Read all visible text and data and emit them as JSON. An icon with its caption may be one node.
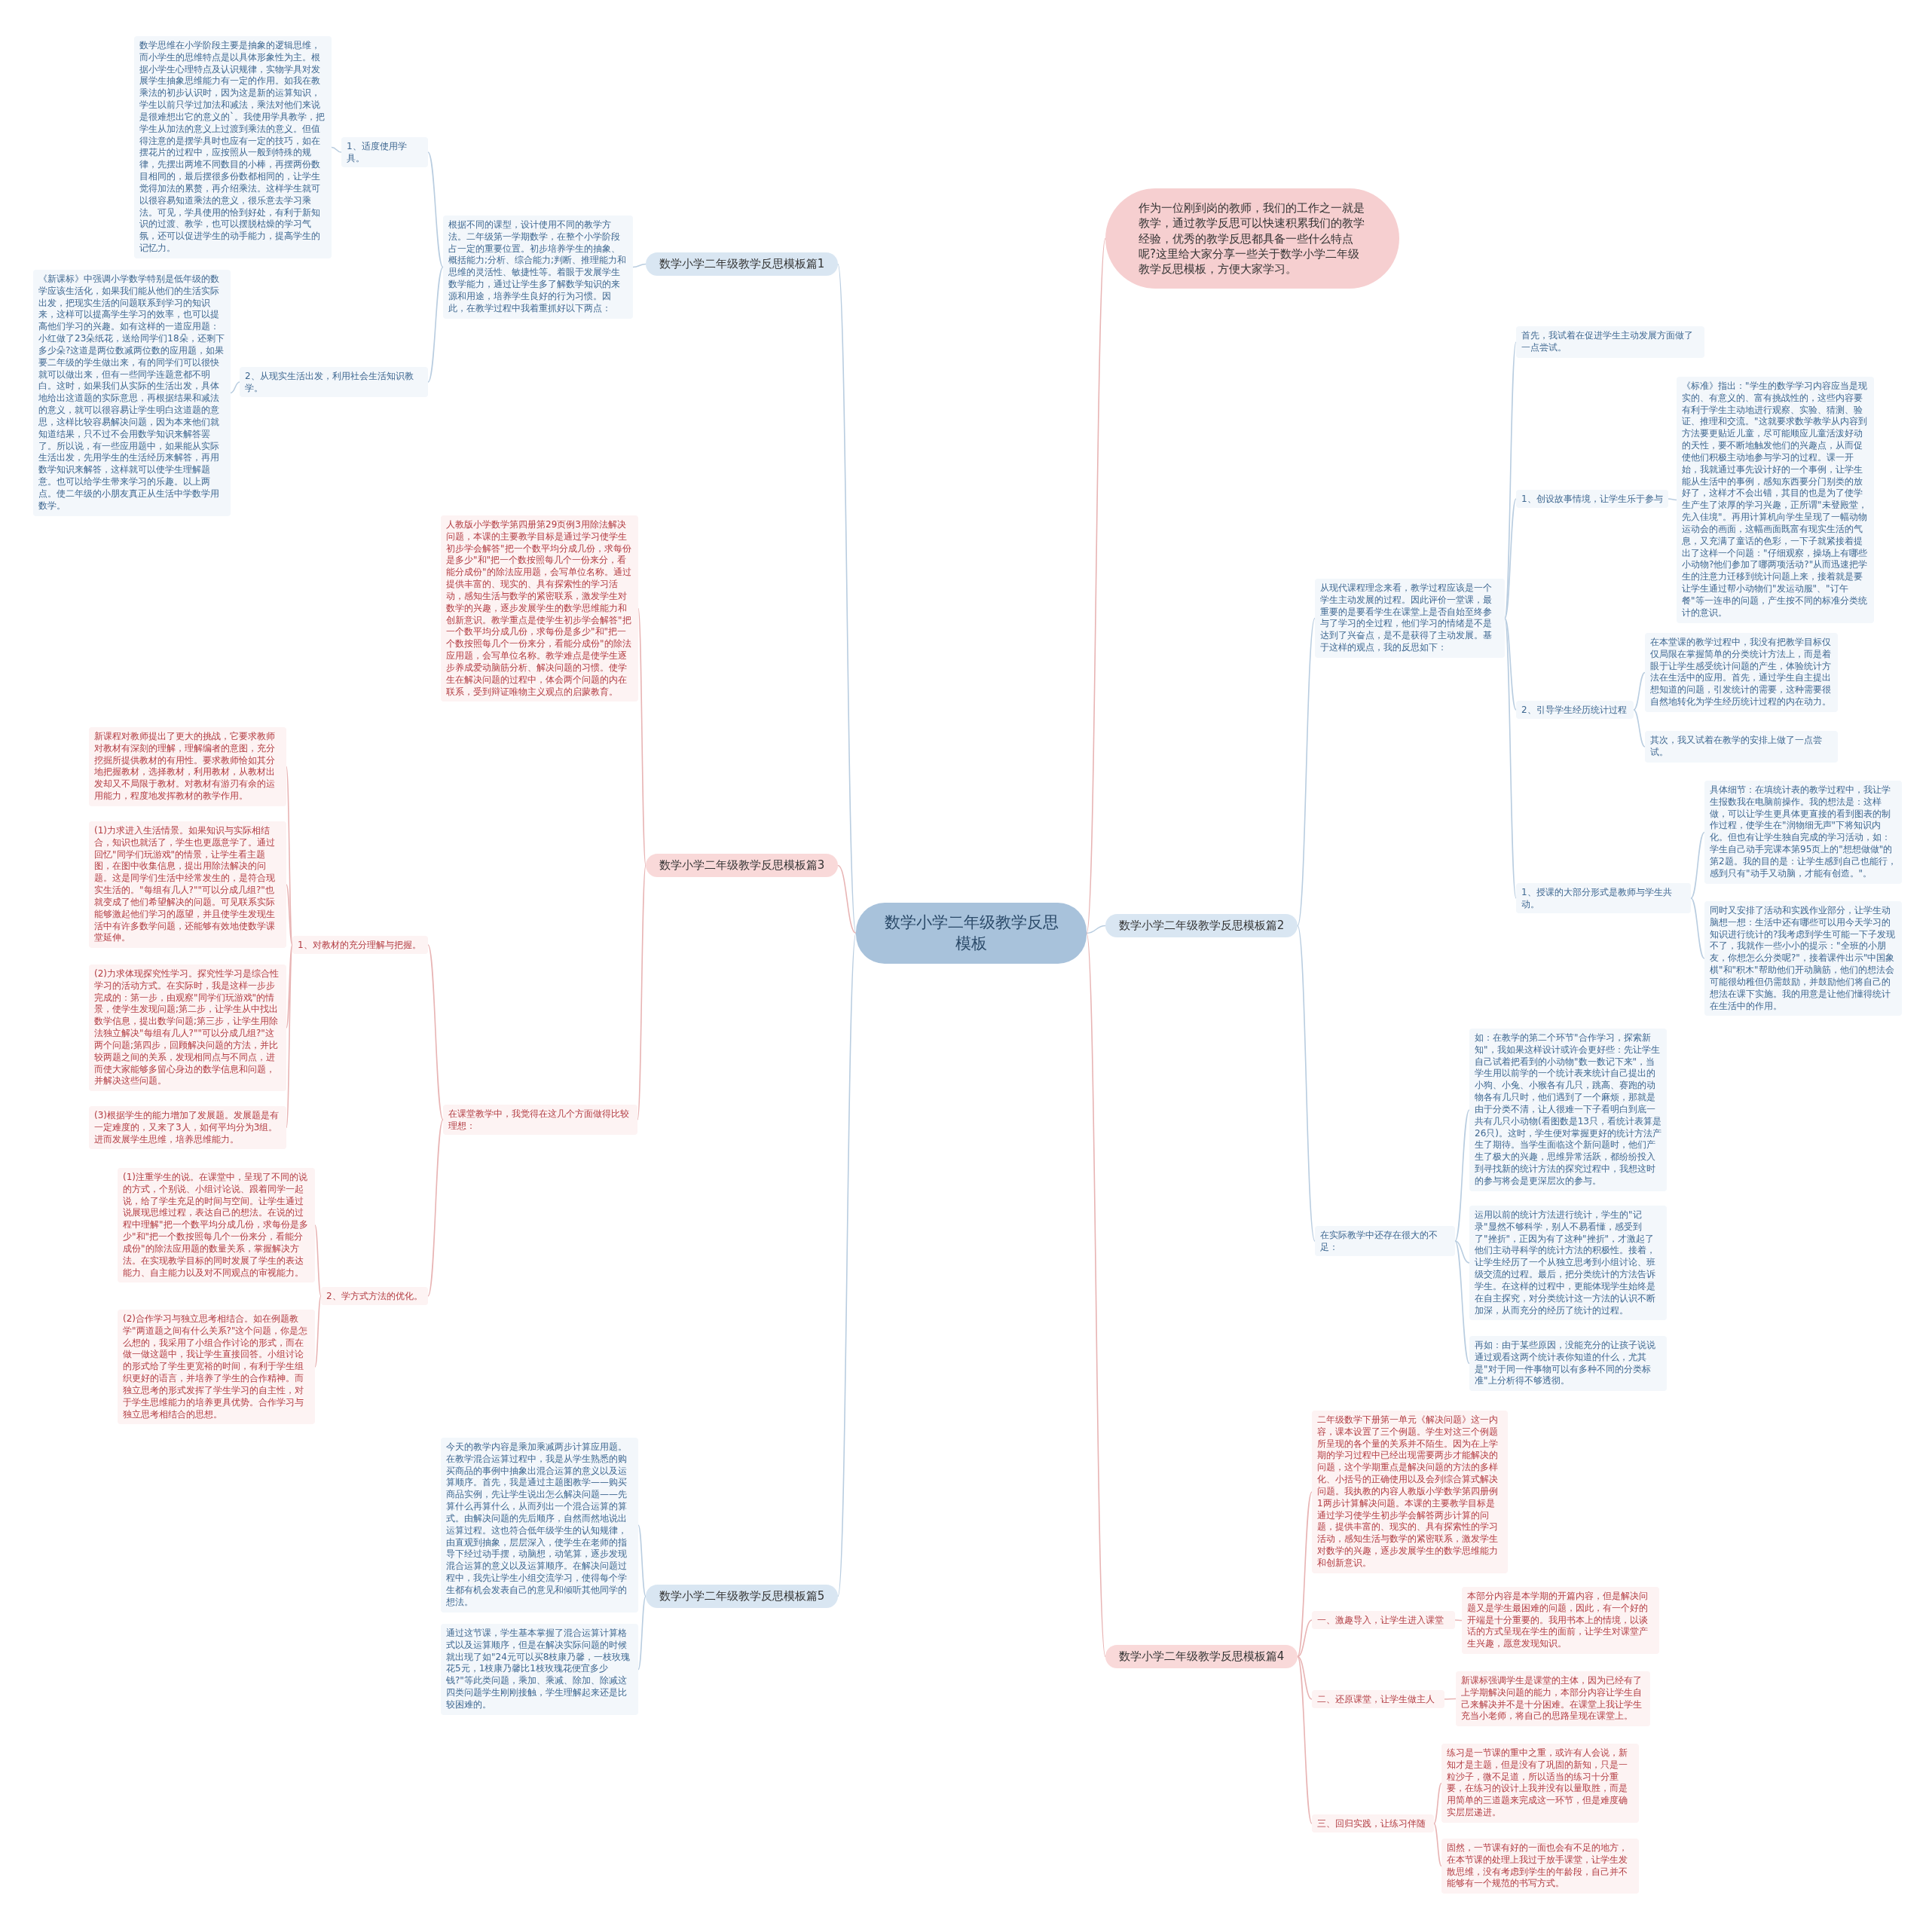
{
  "diagram": {
    "nodes": [
      {
        "text": [
          "数学小学二年级教学反思模板"
        ]
      },
      {
        "text": [
          "作为一位刚到岗的教师，我们的工作之一就是教学，通过教学反思可以快速积累我们的教学经验，优秀的教学反思都具备一些什么特点呢?这里给大家分享一些关于数学小学二年级教学反思模板，方便大家学习。"
        ]
      },
      {
        "text": [
          "数学小学二年级教学反思模板篇1"
        ]
      },
      {
        "text": [
          "根据不同的课型，设计使用不同的教学方法。二年级第一学期数学，在整个小学阶段占一定的重要位置。初步培养学生的抽象、概括能力;分析、综合能力;判断、推理能力和思维的灵活性、敏捷性等。着眼于发展学生数学能力，通过让学生多了解数学知识的来源和用途，培养学生良好的行为习惯。因此，在教学过程中我着重抓好以下两点："
        ]
      },
      {
        "text": [
          "1、适度使用学具。"
        ]
      },
      {
        "text": [
          "数学思维在小学阶段主要是抽象的逻辑思维，而小学生的思维特点是以具体形象性为主。根据小学生心理特点及认识规律，实物学具对发展学生抽象思维能力有一定的作用。如我在教乘法的初步认识时，因为这是新的运算知识，学生以前只学过加法和减法，乘法对他们来说是很难想出它的意义的`。我使用学具教学，把学生从加法的意义上过渡到乘法的意义。但值得注意的是摆学具时也应有一定的技巧，如在摆花片的过程中，应按照从一般到特殊的规律，先摆出两堆不同数目的小棒，再摆两份数目相同的，最后摆很多份数都相同的，让学生觉得加法的累赘，再介绍乘法。这样学生就可以很容易知道乘法的意义，很乐意去学习乘法。可见，学具使用的恰到好处，有利于新知识的过渡、教学，也可以摆脱枯燥的学习气氛，还可以促进学生的动手能力，提高学生的记忆力。"
        ]
      },
      {
        "text": [
          "2、从现实生活出发，利用社会生活知识教学。"
        ]
      },
      {
        "text": [
          "《新课标》中强调小学数学特别是低年级的数学应该生活化，如果我们能从他们的生活实际出发，把现实生活的问题联系到学习的知识来，这样可以提高学生学习的效率，也可以提高他们学习的兴趣。如有这样的一道应用题：小红做了23朵纸花，送给同学们18朵，还剩下多少朵?这道是两位数减两位数的应用题，如果要二年级的学生做出来，有的同学们可以很快就可以做出来，但有一些同学连题意都不明白。这时，如果我们从实际的生活出发，具体地给出这道题的实际意思，再根据结果和减法的意义，就可以很容易让学生明白这道题的意思，这样比较容易解决问题，因为本来他们就知道结果，只不过不会用数学知识来解答罢了。所以说，有一些应用题中，如果能从实际生活出发，先用学生的生活经历来解答，再用数学知识来解答，这样就可以使学生理解题意。也可以给学生带来学习的乐趣。以上两点。使二年级的小朋友真正从生活中学数学用数学。"
        ]
      },
      {
        "text": [
          "数学小学二年级教学反思模板篇3"
        ]
      },
      {
        "text": [
          "人教版小学数学第四册第29页例3用除法解决问题，本课的主要教学目标是通过学习使学生初步学会解答\"把一个数平均分成几份，求每份是多少\"和\"把一个数按照每几个一份来分，看能分成份\"的除法应用题，会写单位名称。通过提供丰富的、现实的、具有探索性的学习活动，感知生活与数学的紧密联系，激发学生对数学的兴趣，逐步发展学生的数学思维能力和创新意识。教学重点是使学生初步学会解答\"把一个数平均分成几份，求每份是多少\"和\"把一个数按照每几个一份来分，看能分成份\"的除法应用题，会写单位名称。教学难点是使学生逐步养成爱动脑筋分析、解决问题的习惯。使学生在解决问题的过程中，体会两个问题的内在联系，受到辩证唯物主义观点的启蒙教育。"
        ]
      },
      {
        "text": [
          "在课堂教学中，我觉得在这几个方面做得比较理想："
        ]
      },
      {
        "text": [
          "1、对教材的充分理解与把握。"
        ]
      },
      {
        "text": [
          "新课程对教师提出了更大的挑战，它要求教师对教材有深刻的理解，理解编者的意图，充分挖掘所提供教材的有用性。要求教师恰如其分地把握教材，选择教材，利用教材，从教材出发却又不局限于教材。对教材有游刃有余的运用能力，程度地发挥教材的教学作用。"
        ]
      },
      {
        "text": [
          "(1)力求进入生活情景。如果知识与实际相结合，知识也就活了，学生也更愿意学了。通过回忆\"同学们玩游戏\"的情景，让学生看主题图，在图中收集信息，提出用除法解决的问题。这是同学们生活中经常发生的，是符合现实生活的。\"每组有几人?\"\"可以分成几组?\"也就变成了他们希望解决的问题。可见联系实际能够激起他们学习的愿望，并且使学生发现生活中有许多数学问题，还能够有效地使数学课堂延伸。"
        ]
      },
      {
        "text": [
          "(2)力求体现探究性学习。探究性学习是综合性学习的活动方式。在实际时，我是这样一步步完成的：第一步，由观察\"同学们玩游戏\"的情景，使学生发现问题;第二步，让学生从中找出数学信息，提出数学问题;第三步，让学生用除法独立解决\"每组有几人?\"\"可以分成几组?\"这两个问题;第四步，回顾解决问题的方法，并比较两题之间的关系，发现相同点与不同点，进而使大家能够多留心身边的数学信息和问题，并解决这些问题。"
        ]
      },
      {
        "text": [
          "(3)根据学生的能力增加了发展题。发展题是有一定难度的，又来了3人，如何平均分为3组。进而发展学生思维，培养思维能力。"
        ]
      },
      {
        "text": [
          "2、学方式方法的优化。"
        ]
      },
      {
        "text": [
          "(1)注重学生的说。在课堂中，呈现了不同的说的方式，个别说、小组讨论说、跟着同学一起说，给了学生充足的时间与空间。让学生通过说展现思维过程，表达自己的想法。在说的过程中理解\"把一个数平均分成几份，求每份是多少\"和\"把一个数按照每几个一份来分，看能分成份\"的除法应用题的数量关系，掌握解决方法。在实现教学目标的同时发展了学生的表达能力、自主能力以及对不同观点的审视能力。"
        ]
      },
      {
        "text": [
          "(2)合作学习与独立思考相结合。如在例题教学\"两道题之间有什么关系?\"这个问题，你是怎么想的，我采用了小组合作讨论的形式，而在做一做这题中，我让学生直接回答。小组讨论的形式给了学生更宽裕的时间，有利于学生组织更好的语言，并培养了学生的合作精神。而独立思考的形式发挥了学生学习的自主性，对于学生思维能力的培养更具优势。合作学习与独立思考相结合的思想。"
        ]
      },
      {
        "text": [
          "数学小学二年级教学反思模板篇5"
        ]
      },
      {
        "text": [
          "今天的教学内容是乘加乘减两步计算应用题。在教学混合运算过程中，我是从学生熟悉的购买商品的事例中抽象出混合运算的意义以及运算顺序。首先，我是通过主题图教学——购买商品实例，先让学生说出怎么解决问题——先算什么再算什么，从而列出一个混合运算的算式。由解决问题的先后顺序，自然而然地说出运算过程。这也符合低年级学生的认知规律，由直观到抽象，层层深入，使学生在老师的指导下经过动手摆，动脑想，动笔算，逐步发现混合运算的意义以及运算顺序。在解决问题过程中，我先让学生小组交流学习，使得每个学生都有机会发表自己的意见和倾听其他同学的想法。"
        ]
      },
      {
        "text": [
          "通过这节课，学生基本掌握了混合运算计算格式以及运算顺序，但是在解决实际问题的时候就出现了如\"24元可以买8枝康乃馨，一枝玫瑰花5元，1枝康乃馨比1枝玫瑰花便宜多少钱?\"等此类问题，乘加、乘减、除加、除减这四类问题学生刚刚接触，学生理解起来还是比较困难的。"
        ]
      },
      {
        "text": [
          "数学小学二年级教学反思模板篇2"
        ]
      },
      {
        "text": [
          "从现代课程理念来看，教学过程应该是一个学生主动发展的过程。因此评价一堂课，最重要的是要看学生在课堂上是否自始至终参与了学习的全过程，他们学习的情绪是不是达到了兴奋点，是不是获得了主动发展。基于这样的观点，我的反思如下："
        ]
      },
      {
        "text": [
          "首先，我试着在促进学生主动发展方面做了一点尝试。"
        ]
      },
      {
        "text": [
          "1、创设故事情境，让学生乐于参与"
        ]
      },
      {
        "text": [
          "《标准》指出：\"学生的数学学习内容应当是现实的、有意义的、富有挑战性的，这些内容要有利于学生主动地进行观察、实验、猜测、验证、推理和交流。\"这就要求数学教学从内容到方法要更贴近儿童，尽可能顺应儿童活泼好动的天性，要不断地触发他们的兴趣点，从而促使他们积极主动地参与学习的过程。课一开始，我就通过事先设计好的一个事例，让学生能从生活中的事例，感知东西要分门别类的放好了，这样才不会出错，其目的也是为了使学生产生了浓厚的学习兴趣，正所谓\"未登殿堂，先入佳境\"。再用计算机向学生呈现了一幅动物运动会的画面，这幅画面既富有现实生活的气息，又充满了童话的色彩，一下子就紧接着提出了这样一个问题：\"仔细观察，操场上有哪些小动物?他们参加了哪两项活动?\"从而迅速把学生的注意力迁移到统计问题上来，接着就是要让学生通过帮小动物们\"发运动服\"、\"订午餐\"等一连串的问题，产生按不同的标准分类统计的意识。"
        ]
      },
      {
        "text": [
          "2、引导学生经历统计过程"
        ]
      },
      {
        "text": [
          "在本堂课的教学过程中，我没有把教学目标仅仅局限在掌握简单的分类统计方法上，而是着眼于让学生感受统计问题的产生，体验统计方法在生活中的应用。首先，通过学生自主提出想知道的问题，引发统计的需要，这种需要很自然地转化为学生经历统计过程的内在动力。"
        ]
      },
      {
        "text": [
          "其次，我又试着在教学的安排上做了一点尝试。"
        ]
      },
      {
        "text": [
          "在实际教学中还存在很大的不足："
        ]
      },
      {
        "text": [
          "1、授课的大部分形式是教师与学生共动。"
        ]
      },
      {
        "text": [
          "具体细节：在填统计表的教学过程中，我让学生报数我在电脑前操作。我的想法是：这样做，可以让学生更具体更直接的看到图表的制作过程，使学生在\"润物细无声\"下将知识内化。但也有让学生独自完成的学习活动，如：学生自己动手完课本第95页上的\"想想做做\"的第2题。我的目的是：让学生感到自己也能行，感到只有\"动手又动脑，才能有创造。\"。"
        ]
      },
      {
        "text": [
          "同时又安排了活动和实践作业部分，让学生动脑想一想：生活中还有哪些可以用今天学习的知识进行统计的?我考虑到学生可能一下子发现不了，我就作一些小小的提示：\"全班的小朋友，你想怎么分类呢?\"，接着课件出示\"中国象棋\"和\"积木\"帮助他们开动脑筋，他们的想法会可能很幼稚但仍需鼓励，并鼓励他们将自己的想法在课下实施。我的用意是让他们懂得统计在生活中的作用。"
        ]
      },
      {
        "text": [
          "如：在教学的第二个环节\"合作学习，探索新知\"，我如果这样设计或许会更好些：先让学生自己试着把看到的小动物\"数一数记下来\"，当学生用以前学的一个统计表来统计自己提出的小狗、小兔、小猴各有几只，跳高、赛跑的动物各有几只时，他们遇到了一个麻烦，那就是由于分类不清，让人很难一下子看明白到底一共有几只小动物(看图数是13只，看统计表算是26只)。这时，学生便对掌握更好的统计方法产生了期待。当学生面临这个新问题时，他们产生了极大的兴趣，思维异常活跃，都纷纷投入到寻找新的统计方法的探究过程中，我想这时的参与将会是更深层次的参与。"
        ]
      },
      {
        "text": [
          "运用以前的统计方法进行统计，学生的\"记录\"显然不够科学，别人不易看懂，感受到了\"挫折\"，正因为有了这种\"挫折\"，才激起了他们主动寻科学的统计方法的积极性。接着，让学生经历了一个从独立思考到小组讨论、班级交流的过程。最后，把分类统计的方法告诉学生。在这样的过程中，更能体现学生始终是在自主探究，对分类统计这一方法的认识不断加深，从而充分的经历了统计的过程。"
        ]
      },
      {
        "text": [
          "再如：由于某些原因，没能充分的让孩子说说通过观看这两个统计表你知道的什么，尤其是\"对于同一件事物可以有多种不同的分类标准\"上分析得不够透彻。"
        ]
      },
      {
        "text": [
          "数学小学二年级教学反思模板篇4"
        ]
      },
      {
        "text": [
          "二年级数学下册第一单元《解决问题》这一内容，课本设置了三个例题。学生对这三个例题所呈现的各个量的关系并不陌生。因为在上学期的学习过程中已经出现需要两步才能解决的问题，这个学期重点是解决问题的方法的多样化、小括号的正确使用以及会列综合算式解决问题。我执教的内容人教版小学数学第四册例1两步计算解决问题。本课的主要教学目标是通过学习使学生初步学会解答两步计算的问题，提供丰富的、现实的、具有探索性的学习活动，感知生活与数学的紧密联系，激发学生对数学的兴趣，逐步发展学生的数学思维能力和创新意识。"
        ]
      },
      {
        "text": [
          "一、激趣导入，让学生进入课堂"
        ]
      },
      {
        "text": [
          "本部分内容是本学期的开篇内容，但是解决问题又是学生最困难的问题，因此，有一个好的开端是十分重要的。我用书本上的情境，以谈话的方式呈现在学生的面前，让学生对课堂产生兴趣，愿意发现知识。"
        ]
      },
      {
        "text": [
          "二、还原课堂，让学生做主人"
        ]
      },
      {
        "text": [
          "新课标强调学生是课堂的主体，因为已经有了上学期解决问题的能力，本部分内容让学生自己来解决并不是十分困难。在课堂上我让学生充当小老师，将自己的思路呈现在课堂上。"
        ]
      },
      {
        "text": [
          "三、回归实践，让练习伴随"
        ]
      },
      {
        "text": [
          "练习是一节课的重中之重，或许有人会说，新知才是主题，但是没有了巩固的新知，只是一粒沙子，微不足道，所以适当的练习十分重要，在练习的设计上我并没有以量取胜，而是用简单的三道题来完成这一环节，但是难度确实层层递进。"
        ]
      },
      {
        "text": [
          "固然，一节课有好的一面也会有不足的地方，在本节课的处理上我过于放手课堂，让学生发散思维，没有考虑到学生的年龄段，自己并不能够有一个规范的书写方式。"
        ]
      }
    ],
    "edges": [
      {
        "from": 0,
        "to": 1,
        "arrow": "none",
        "color": "#e8b4b4"
      },
      {
        "from": 0,
        "to": 2,
        "arrow": "none"
      },
      {
        "from": 2,
        "to": 3,
        "arrow": "none"
      },
      {
        "from": 3,
        "to": 4,
        "arrow": "none"
      },
      {
        "from": 4,
        "to": 5,
        "arrow": "none"
      },
      {
        "from": 3,
        "to": 6,
        "arrow": "none"
      },
      {
        "from": 6,
        "to": 7,
        "arrow": "none"
      },
      {
        "from": 0,
        "to": 8,
        "arrow": "none",
        "color": "#e8b4b4"
      },
      {
        "from": 8,
        "to": 9,
        "arrow": "none",
        "color": "#e8b4b4"
      },
      {
        "from": 8,
        "to": 10,
        "arrow": "none",
        "color": "#e8b4b4"
      },
      {
        "from": 10,
        "to": 11,
        "arrow": "none",
        "color": "#e8b4b4"
      },
      {
        "from": 11,
        "to": 12,
        "arrow": "none",
        "color": "#e8b4b4"
      },
      {
        "from": 11,
        "to": 13,
        "arrow": "none",
        "color": "#e8b4b4"
      },
      {
        "from": 11,
        "to": 14,
        "arrow": "none",
        "color": "#e8b4b4"
      },
      {
        "from": 11,
        "to": 15,
        "arrow": "none",
        "color": "#e8b4b4"
      },
      {
        "from": 10,
        "to": 16,
        "arrow": "none",
        "color": "#e8b4b4"
      },
      {
        "from": 16,
        "to": 17,
        "arrow": "none",
        "color": "#e8b4b4"
      },
      {
        "from": 16,
        "to": 18,
        "arrow": "none",
        "color": "#e8b4b4"
      },
      {
        "from": 0,
        "to": 19,
        "arrow": "none"
      },
      {
        "from": 19,
        "to": 20,
        "arrow": "none"
      },
      {
        "from": 19,
        "to": 21,
        "arrow": "none"
      },
      {
        "from": 0,
        "to": 22,
        "arrow": "none"
      },
      {
        "from": 22,
        "to": 23,
        "arrow": "none"
      },
      {
        "from": 23,
        "to": 24,
        "arrow": "none"
      },
      {
        "from": 23,
        "to": 25,
        "arrow": "none"
      },
      {
        "from": 25,
        "to": 26,
        "arrow": "none"
      },
      {
        "from": 23,
        "to": 27,
        "arrow": "none"
      },
      {
        "from": 27,
        "to": 28,
        "arrow": "none"
      },
      {
        "from": 27,
        "to": 29,
        "arrow": "none"
      },
      {
        "from": 23,
        "to": 31,
        "arrow": "none"
      },
      {
        "from": 31,
        "to": 32,
        "arrow": "none"
      },
      {
        "from": 31,
        "to": 33,
        "arrow": "none"
      },
      {
        "from": 22,
        "to": 30,
        "arrow": "none"
      },
      {
        "from": 30,
        "to": 34,
        "arrow": "none"
      },
      {
        "from": 30,
        "to": 35,
        "arrow": "none"
      },
      {
        "from": 30,
        "to": 36,
        "arrow": "none"
      },
      {
        "from": 0,
        "to": 37,
        "arrow": "none",
        "color": "#e8b4b4"
      },
      {
        "from": 37,
        "to": 38,
        "arrow": "none",
        "color": "#e8b4b4"
      },
      {
        "from": 37,
        "to": 39,
        "arrow": "none",
        "color": "#e8b4b4"
      },
      {
        "from": 39,
        "to": 40,
        "arrow": "none",
        "color": "#e8b4b4"
      },
      {
        "from": 37,
        "to": 41,
        "arrow": "none",
        "color": "#e8b4b4"
      },
      {
        "from": 41,
        "to": 42,
        "arrow": "none",
        "color": "#e8b4b4"
      },
      {
        "from": 37,
        "to": 43,
        "arrow": "none",
        "color": "#e8b4b4"
      },
      {
        "from": 43,
        "to": 44,
        "arrow": "none",
        "color": "#e8b4b4"
      },
      {
        "from": 43,
        "to": 45,
        "arrow": "none",
        "color": "#e8b4b4"
      }
    ]
  }
}
